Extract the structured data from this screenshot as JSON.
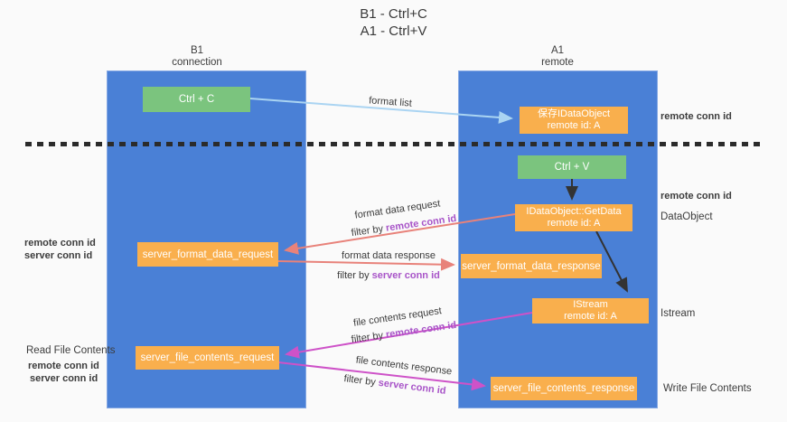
{
  "title": {
    "line1": "B1 - Ctrl+C",
    "line2": "A1 - Ctrl+V"
  },
  "columns": {
    "left": {
      "name": "B1",
      "role": "connection"
    },
    "right": {
      "name": "A1",
      "role": "remote"
    }
  },
  "boxes": {
    "ctrl_c": "Ctrl + C",
    "save_idataobject": {
      "line1": "保存IDataObject",
      "line2": "remote id: A"
    },
    "ctrl_v": "Ctrl + V",
    "getdata": {
      "line1": "IDataObject::GetData",
      "line2": "remote id: A"
    },
    "server_format_data_request": "server_format_data_request",
    "server_format_data_response": "server_format_data_response",
    "istream": {
      "line1": "IStream",
      "line2": "remote id: A"
    },
    "server_file_contents_request": "server_file_contents_request",
    "server_file_contents_response": "server_file_contents_response"
  },
  "arrow_labels": {
    "format_list": "format list",
    "format_data_request": "format data request",
    "format_data_response": "format data response",
    "file_contents_request": "file contents request",
    "file_contents_response": "file contents response",
    "filter_by": "filter by",
    "remote_conn_id": "remote conn id",
    "server_conn_id": "server conn id"
  },
  "side_labels": {
    "remote_conn_id": "remote conn id",
    "server_conn_id": "server conn id",
    "dataobject": "DataObject",
    "istream": "Istream",
    "read_file_contents": "Read File Contents",
    "write_file_contents": "Write File Contents"
  },
  "colors": {
    "lifeline_blue": "#4a80d6",
    "node_orange": "#f9af4d",
    "node_green": "#7bc47e",
    "arrow_light_blue": "#aad4f2",
    "arrow_salmon": "#e8827a",
    "arrow_magenta": "#ce52c8",
    "arrow_black": "#333333",
    "label_purple": "#a854c8",
    "label_green": "#55b264"
  }
}
